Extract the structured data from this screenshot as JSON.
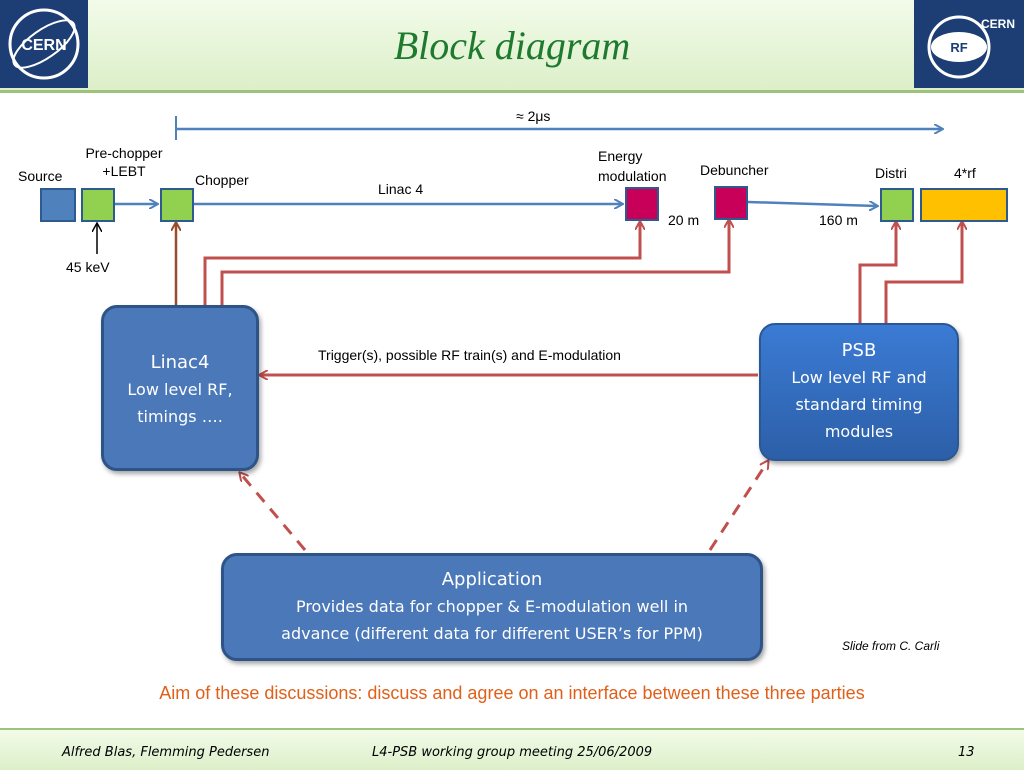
{
  "title": "Block diagram",
  "logos": {
    "left": "CERN",
    "right_top": "CERN",
    "right_center": "RF"
  },
  "top_labels": {
    "duration": "≈ 2μs",
    "source": "Source",
    "prechopper_line1": "Pre-chopper",
    "prechopper_line2": "+LEBT",
    "chopper": "Chopper",
    "linac4": "Linac 4",
    "energy_line1": "Energy",
    "energy_line2": "modulation",
    "debuncher": "Debuncher",
    "distri": "Distri",
    "rf4": "4*rf",
    "kev": "45 keV",
    "dist20": "20 m",
    "dist160": "160 m"
  },
  "trigger_label": "Trigger(s), possible RF train(s) and E-modulation",
  "linac4_box": {
    "title": "Linac4",
    "line1": "Low level RF,",
    "line2": "timings …."
  },
  "psb_box": {
    "title": "PSB",
    "line1": "Low level RF and",
    "line2": "standard timing",
    "line3": "modules"
  },
  "app_box": {
    "title": "Application",
    "line1": "Provides data for chopper & E-modulation well in",
    "line2": "advance (different data for different USER’s for PPM)"
  },
  "credit": "Slide from C. Carli",
  "aim": "Aim of these discussions: discuss and agree on an interface between these three parties",
  "footer": {
    "authors": "Alfred Blas, Flemming Pedersen",
    "meeting": "L4-PSB working group meeting  25/06/2009",
    "page": "13"
  },
  "colors": {
    "title_green": "#1e7a2e",
    "box_blue": "#4a78b8",
    "green_block": "#92d050",
    "magenta_block": "#c8005a",
    "yellow_block": "#ffc000",
    "red_arrow": "#c0504d",
    "blue_arrow": "#4f81bd",
    "aim_orange": "#e0601a"
  }
}
